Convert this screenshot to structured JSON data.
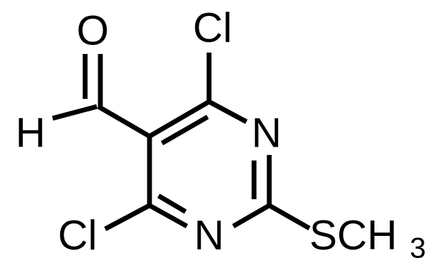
{
  "molecule": {
    "atoms": {
      "oxygen": "O",
      "chlorine_top": "Cl",
      "hydrogen": "H",
      "nitrogen_upper": "N",
      "chlorine_bottom": "Cl",
      "nitrogen_lower": "N",
      "methylthio_main": "SCH",
      "methylthio_subscript": "3"
    }
  }
}
